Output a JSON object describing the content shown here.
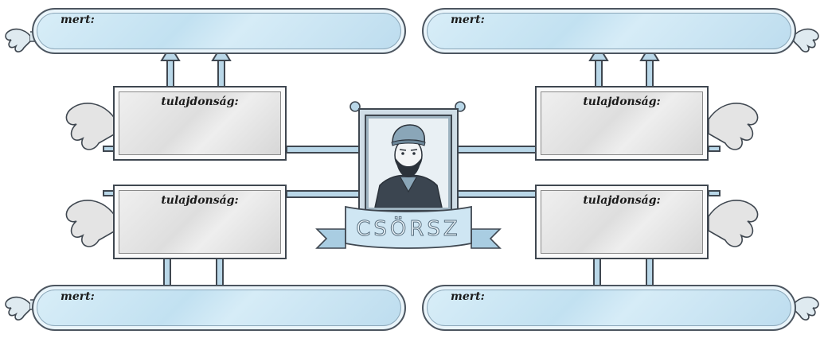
{
  "pills": {
    "top_left": "mert:",
    "top_right": "mert:",
    "bottom_left": "mert:",
    "bottom_right": "mert:"
  },
  "properties": {
    "upper_left": "tulajdonság:",
    "upper_right": "tulajdonság:",
    "lower_left": "tulajdonság:",
    "lower_right": "tulajdonság:"
  },
  "portrait": {
    "name": "CSÖRSZ",
    "colors": {
      "frame": "#9eb3c0",
      "banner": "#cfe6f3",
      "outline": "#3f4750"
    }
  }
}
